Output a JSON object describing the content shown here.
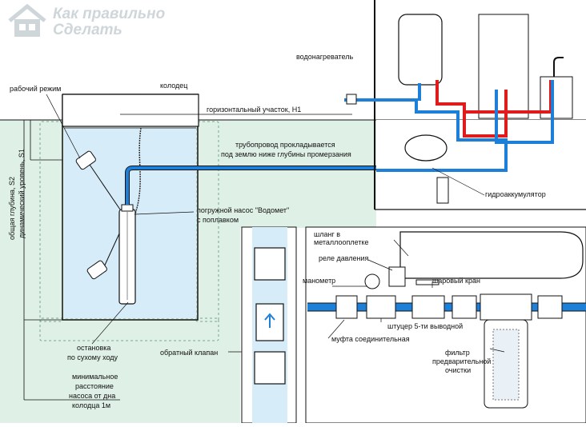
{
  "logo": {
    "line1": "Как правильно",
    "line2": "Сделать",
    "icon": "house-logo-icon"
  },
  "labels": {
    "work_mode": "рабочий режим",
    "well": "колодец",
    "water_heater": "водонагреватель",
    "horizontal_section": "горизонтальный участок, H1",
    "pipeline_line1": "трубопровод прокладывается",
    "pipeline_line2": "под землю ниже глубины промерзания",
    "accumulator": "гидроаккумулятор",
    "pump_line1": "погружной насос  \"Водомет\"",
    "pump_line2": "с поплавком",
    "dry_stop_line1": "остановка",
    "dry_stop_line2": "по сухому ходу",
    "min_dist_line1": "минимальное",
    "min_dist_line2": "расстояние",
    "min_dist_line3": "насоса от дна",
    "min_dist_line4": "колодца 1м",
    "check_valve": "обратный клапан",
    "hose_line1": "шланг в",
    "hose_line2": "металлооплетке",
    "pressure_relay": "реле давления",
    "manometer": "манометр",
    "ball_valve": "шаровый кран",
    "fitting": "штуцер 5-ти выводной",
    "coupling": "муфта соединительная",
    "filter_line1": "фильтр",
    "filter_line2": "предварительной",
    "filter_line3": "очистки",
    "total_depth": "общая глубина, S2",
    "dynamic_level": "динамический уровень, S1"
  },
  "colors": {
    "cold_water": "#1e7fd8",
    "hot_water": "#e01b1b",
    "well_water": "#d6ecf8",
    "ground": "#dff0e6",
    "gravel": "#7aa890",
    "outline": "#111111"
  }
}
